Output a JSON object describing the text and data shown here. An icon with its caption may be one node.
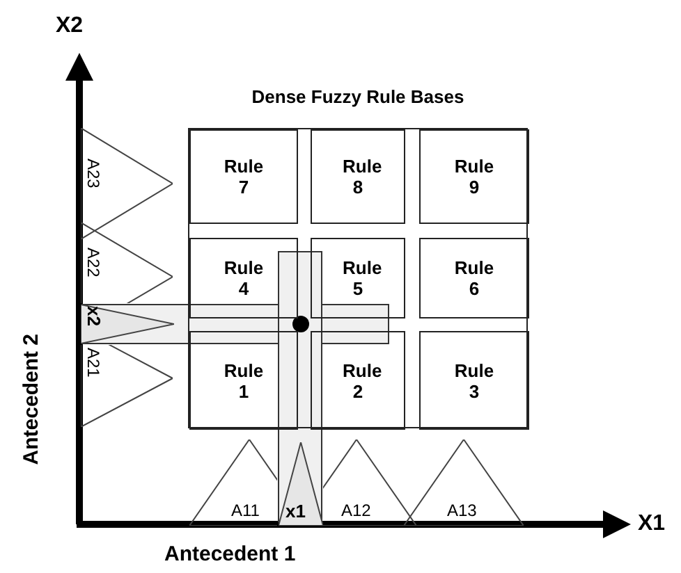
{
  "diagram": {
    "nodes": [
      {
        "text": [
          "Dense Fuzzy Rule Bases"
        ]
      },
      {
        "text": [
          "Rule 7"
        ],
        "in": 0
      },
      {
        "text": [
          "Rule 8"
        ],
        "in": 0
      },
      {
        "text": [
          "Rule 9"
        ],
        "in": 0
      },
      {
        "text": [
          "Rule 4"
        ],
        "in": 0
      },
      {
        "text": [
          "Rule 5"
        ],
        "in": 0
      },
      {
        "text": [
          "Rule 6"
        ],
        "in": 0
      },
      {
        "text": [
          "Rule 1"
        ],
        "in": 0
      },
      {
        "text": [
          "Rule 2"
        ],
        "in": 0
      },
      {
        "text": [
          "Rule 3"
        ],
        "in": 0
      },
      {
        "text": [
          "A23"
        ]
      },
      {
        "text": [
          "A22"
        ]
      },
      {
        "text": [
          "x2"
        ]
      },
      {
        "text": [
          "A21"
        ]
      },
      {
        "text": [
          "A11"
        ]
      },
      {
        "text": [
          "x1"
        ]
      },
      {
        "text": [
          "A12"
        ]
      },
      {
        "text": [
          "A13"
        ]
      }
    ],
    "edges": [],
    "labels": [
      "X2",
      "Antecedent 2",
      "X1",
      "Antecedent 1"
    ]
  }
}
